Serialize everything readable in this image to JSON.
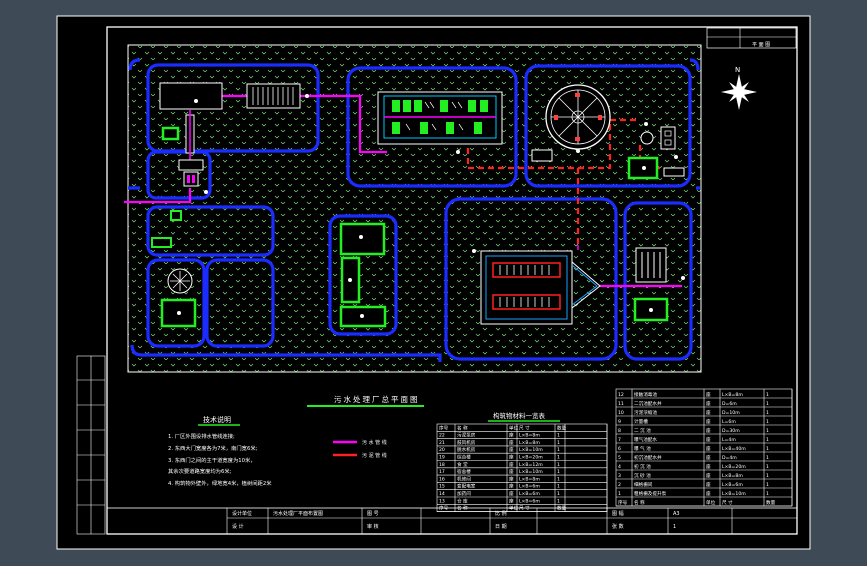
{
  "drawing": {
    "title": "污水处理厂总平面图",
    "compass_label": "N",
    "corner_box": [
      "",
      "",
      "平 面 图"
    ]
  },
  "tech_notes": {
    "heading": "技术说明",
    "items": [
      "1. 厂区外围设排水管线连接;",
      "2. 东西大门宽度各为7米，南门宽6米;",
      "3. 东西门之间的主干道宽度为10米，",
      "   其余次要道路宽度均为6米;",
      "4. 构筑物外壁外，绿地宽4米，植树间距2米"
    ]
  },
  "legend": [
    {
      "label": "污 水 管 线",
      "color": "#ff00ff",
      "dashed": false
    },
    {
      "label": "污 泥 管 线",
      "color": "#ff2020",
      "dashed": true
    }
  ],
  "materials_table": {
    "title": "构筑物材料一览表",
    "header": [
      "序号",
      "名 称",
      "单位",
      "尺 寸",
      "数量"
    ],
    "rows": [
      [
        "22",
        "污泥泵房",
        "座",
        "L×B=8m",
        "1"
      ],
      [
        "21",
        "鼓风机房",
        "座",
        "L×B=8m",
        "1"
      ],
      [
        "20",
        "脱水机房",
        "座",
        "L×B=10m",
        "1"
      ],
      [
        "19",
        "综合楼",
        "座",
        "L×B=20m",
        "1"
      ],
      [
        "18",
        "食 堂",
        "座",
        "L×B=12m",
        "1"
      ],
      [
        "17",
        "宿舍楼",
        "座",
        "L×B=10m",
        "1"
      ],
      [
        "16",
        "机修间",
        "座",
        "L×B=8m",
        "1"
      ],
      [
        "15",
        "变配电室",
        "座",
        "L×B=6m",
        "1"
      ],
      [
        "14",
        "加药间",
        "座",
        "L×B=6m",
        "1"
      ],
      [
        "13",
        "仓 库",
        "座",
        "L×B=6m",
        "1"
      ]
    ],
    "footer": [
      "序号",
      "名 称",
      "单位",
      "尺 寸",
      "数量"
    ]
  },
  "equipment_table": {
    "rows": [
      [
        "12",
        "接触消毒池",
        "座",
        "L×B=8m",
        "1"
      ],
      [
        "11",
        "二沉池配水井",
        "座",
        "D=6m",
        "1"
      ],
      [
        "10",
        "污泥浓缩池",
        "座",
        "D=10m",
        "1"
      ],
      [
        "9",
        "计量槽",
        "座",
        "L=6m",
        "1"
      ],
      [
        "8",
        "二 沉 池",
        "座",
        "D=30m",
        "1"
      ],
      [
        "7",
        "曝气池配水",
        "座",
        "L=4m",
        "1"
      ],
      [
        "6",
        "曝 气 池",
        "座",
        "L×B=40m",
        "1"
      ],
      [
        "5",
        "初沉池配水井",
        "座",
        "D=4m",
        "1"
      ],
      [
        "4",
        "初 沉 池",
        "座",
        "L×B=20m",
        "1"
      ],
      [
        "3",
        "沉 砂 池",
        "座",
        "L×B=8m",
        "1"
      ],
      [
        "2",
        "细格栅间",
        "座",
        "L×B=6m",
        "1"
      ],
      [
        "1",
        "粗格栅及提升泵",
        "座",
        "L×B=10m",
        "1"
      ]
    ],
    "footer": [
      "序号",
      "名 称",
      "单位",
      "尺 寸",
      "数量"
    ]
  },
  "title_block": {
    "row1": [
      "设计单位",
      "污水处理厂平面布置图",
      "图 号",
      "",
      "比 例",
      "",
      "图 幅",
      "A3"
    ],
    "row2": [
      "设 计",
      "",
      "审 核",
      "",
      "日 期",
      "",
      "张 数",
      "1"
    ]
  },
  "colors": {
    "background": "#3f4a57",
    "sheet": "#000000",
    "road": "#1a2cff",
    "green_building": "#22ee22",
    "sewage_pipe": "#ff00ff",
    "sludge_pipe": "#ff2020",
    "line": "#ffffff",
    "grass": "#7fe07f"
  }
}
